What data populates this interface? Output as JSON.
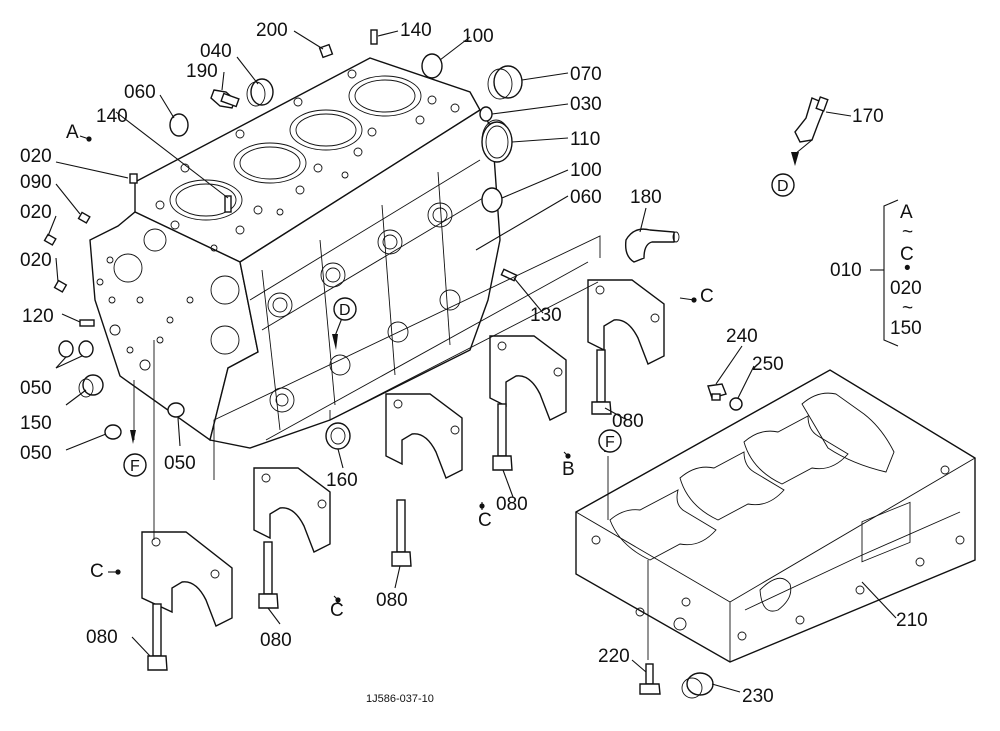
{
  "footer": {
    "drawing_code": "1J586-037-10"
  },
  "legend": {
    "assembly_code": "010",
    "line1": "A",
    "tilde1": "~",
    "line2": "C",
    "bullet": "•",
    "line3": "020",
    "tilde2": "~",
    "line4": "150"
  },
  "callouts": {
    "p200": "200",
    "p140a": "140",
    "p100a": "100",
    "p040": "040",
    "p190": "190",
    "p070": "070",
    "p060a": "060",
    "p030": "030",
    "p140b": "140",
    "p110": "110",
    "p020a": "020",
    "p100b": "100",
    "p090": "090",
    "p060b": "060",
    "p020b": "020",
    "p020c": "020",
    "p180": "180",
    "p170": "170",
    "p010": "010",
    "p130": "130",
    "p120": "120",
    "p050a": "050",
    "p150": "150",
    "p050b": "050",
    "p050c": "050",
    "p160": "160",
    "p080a": "080",
    "p080b": "080",
    "p080c": "080",
    "p080d": "080",
    "p080e": "080",
    "p240": "240",
    "p250": "250",
    "p210": "210",
    "p220": "220",
    "p230": "230"
  },
  "refs": {
    "A": "A",
    "C1": "C",
    "C2": "C",
    "C3": "C",
    "C4": "C",
    "B": "B",
    "D1": "D",
    "D2": "D",
    "F1": "F",
    "F2": "F"
  }
}
